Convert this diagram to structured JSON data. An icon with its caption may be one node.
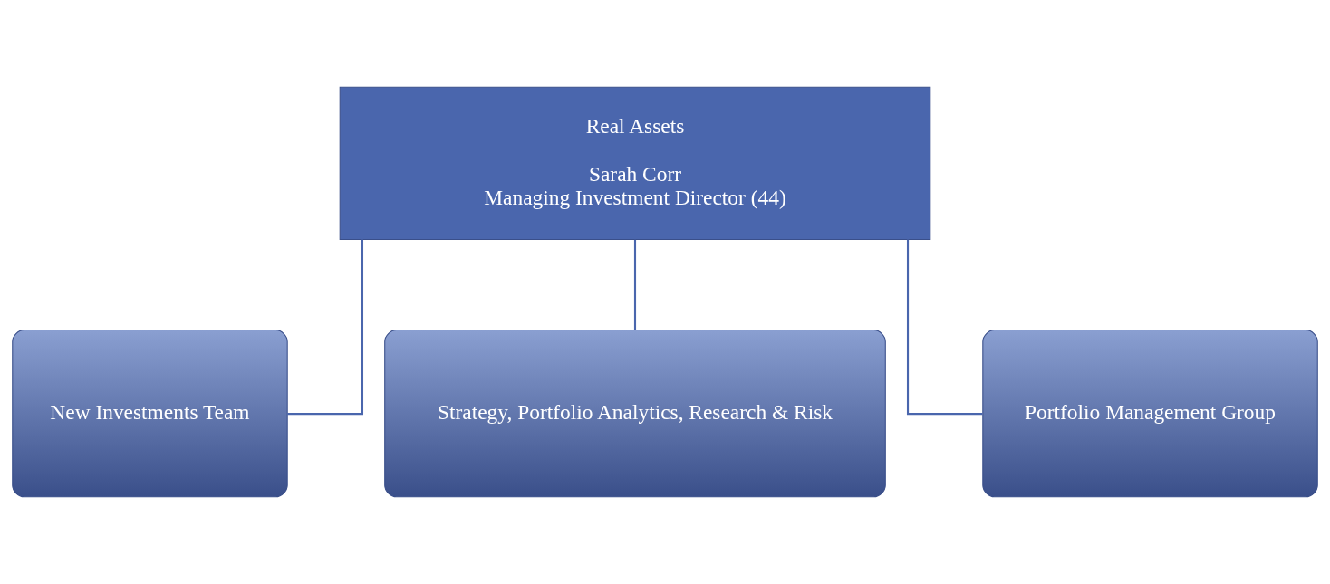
{
  "diagram": {
    "nodes": [
      {
        "text": [
          "Real Assets",
          "Sarah Corr",
          "Managing Investment Director (44)"
        ]
      },
      {
        "text": [
          "New Investments Team"
        ]
      },
      {
        "text": [
          "Strategy, Portfolio Analytics, Research & Risk"
        ]
      },
      {
        "text": [
          "Portfolio Management Group"
        ]
      }
    ],
    "edges": [
      {
        "from": 0,
        "to": 1,
        "arrow": "none"
      },
      {
        "from": 0,
        "to": 2,
        "arrow": "none"
      },
      {
        "from": 0,
        "to": 3,
        "arrow": "none"
      }
    ]
  }
}
